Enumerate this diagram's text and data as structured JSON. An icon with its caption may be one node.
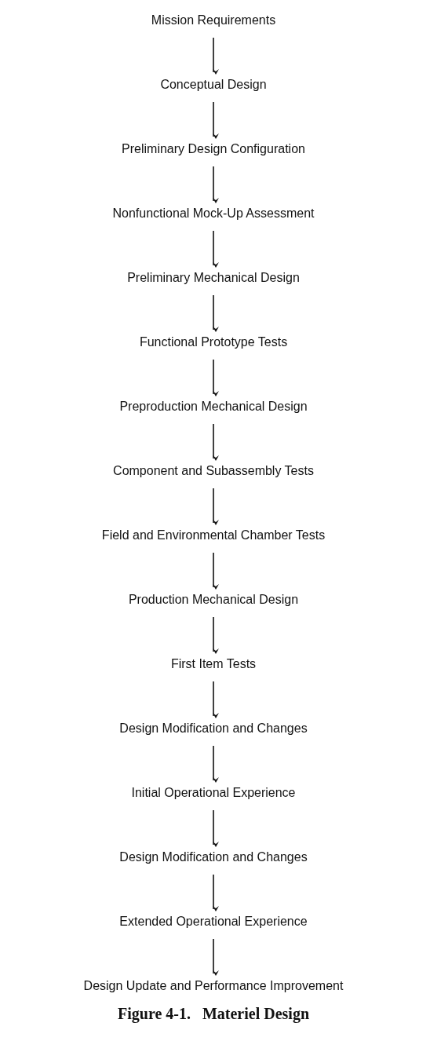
{
  "diagram": {
    "caption": "Figure 4-1.   Materiel Design",
    "nodes": [
      {
        "text": [
          "Mission Requirements"
        ]
      },
      {
        "text": [
          "Conceptual Design"
        ]
      },
      {
        "text": [
          "Preliminary Design Configuration"
        ]
      },
      {
        "text": [
          "Nonfunctional Mock-Up Assessment"
        ]
      },
      {
        "text": [
          "Preliminary Mechanical Design"
        ]
      },
      {
        "text": [
          "Functional Prototype Tests"
        ]
      },
      {
        "text": [
          "Preproduction Mechanical Design"
        ]
      },
      {
        "text": [
          "Component and Subassembly Tests"
        ]
      },
      {
        "text": [
          "Field and Environmental Chamber Tests"
        ]
      },
      {
        "text": [
          "Production Mechanical Design"
        ]
      },
      {
        "text": [
          "First Item Tests"
        ]
      },
      {
        "text": [
          "Design Modification and Changes"
        ]
      },
      {
        "text": [
          "Initial Operational Experience"
        ]
      },
      {
        "text": [
          "Design Modification and Changes"
        ]
      },
      {
        "text": [
          "Extended Operational Experience"
        ]
      },
      {
        "text": [
          "Design Update and Performance Improvement"
        ]
      }
    ],
    "edges": [
      {
        "from": 0,
        "to": 1,
        "arrow": "to"
      },
      {
        "from": 1,
        "to": 2,
        "arrow": "to"
      },
      {
        "from": 2,
        "to": 3,
        "arrow": "to"
      },
      {
        "from": 3,
        "to": 4,
        "arrow": "to"
      },
      {
        "from": 4,
        "to": 5,
        "arrow": "to"
      },
      {
        "from": 5,
        "to": 6,
        "arrow": "to"
      },
      {
        "from": 6,
        "to": 7,
        "arrow": "to"
      },
      {
        "from": 7,
        "to": 8,
        "arrow": "to"
      },
      {
        "from": 8,
        "to": 9,
        "arrow": "to"
      },
      {
        "from": 9,
        "to": 10,
        "arrow": "to"
      },
      {
        "from": 10,
        "to": 11,
        "arrow": "to"
      },
      {
        "from": 11,
        "to": 12,
        "arrow": "to"
      },
      {
        "from": 12,
        "to": 13,
        "arrow": "to"
      },
      {
        "from": 13,
        "to": 14,
        "arrow": "to"
      },
      {
        "from": 14,
        "to": 15,
        "arrow": "to"
      }
    ]
  }
}
